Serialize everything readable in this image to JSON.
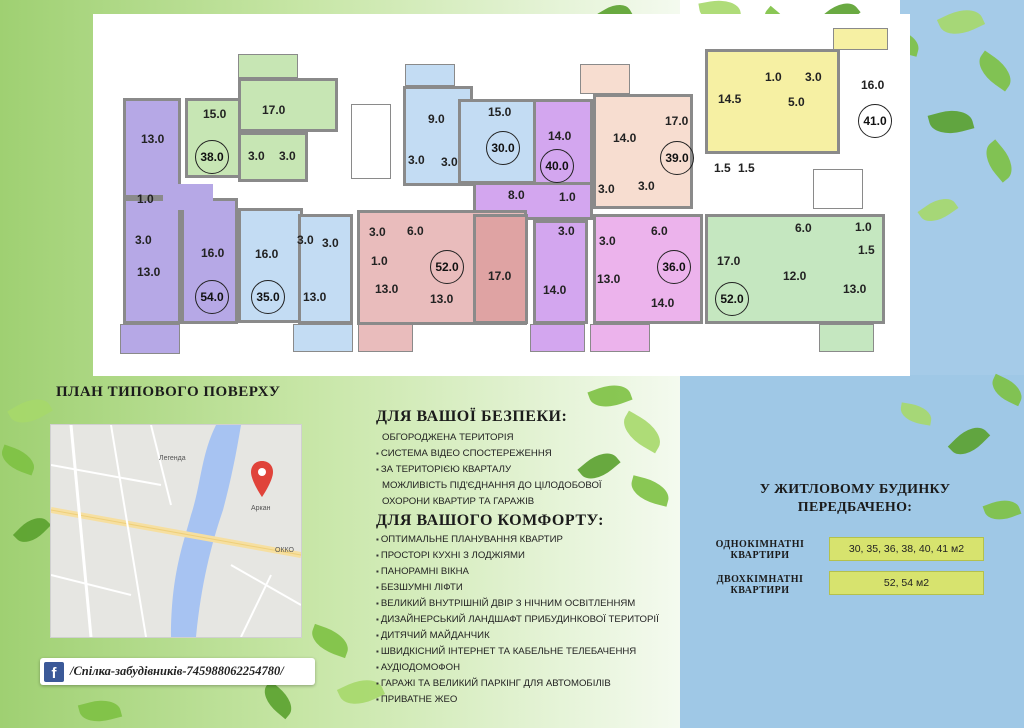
{
  "plan": {
    "title": "ПЛАН ТИПОВОГО ПОВЕРХУ",
    "rooms": [
      "13.0",
      "15.0",
      "17.0",
      "1.0",
      "3.0",
      "3.0",
      "3.0",
      "13.0",
      "16.0",
      "16.0",
      "3.0",
      "3.0",
      "13.0",
      "9.0",
      "15.0",
      "14.0",
      "3.0",
      "3.0",
      "8.0",
      "1.0",
      "3.0",
      "3.0",
      "6.0",
      "1.0",
      "13.0",
      "13.0",
      "17.0",
      "14.0",
      "14.0",
      "17.0",
      "3.0",
      "3.0",
      "3.0",
      "6.0",
      "13.0",
      "14.0",
      "14.5",
      "1.0",
      "3.0",
      "5.0",
      "16.0",
      "1.5",
      "1.5",
      "17.0",
      "6.0",
      "1.0",
      "1.5",
      "12.0",
      "13.0"
    ],
    "apartments": [
      "38.0",
      "54.0",
      "35.0",
      "30.0",
      "40.0",
      "52.0",
      "39.0",
      "36.0",
      "41.0",
      "52.0"
    ]
  },
  "map": {
    "labels": [
      "Легенда",
      "Аркан",
      "ОККО"
    ]
  },
  "social": {
    "icon": "facebook-icon",
    "text": "/Спілка-забудівників-745988062254780/"
  },
  "safety": {
    "title": "ДЛЯ ВАШОЇ БЕЗПЕКИ:",
    "items": [
      "ОБГОРОДЖЕНА ТЕРИТОРІЯ",
      "СИСТЕМА ВІДЕО СПОСТЕРЕЖЕННЯ",
      "ЗА ТЕРИТОРІЄЮ КВАРТАЛУ",
      "МОЖЛИВІСТЬ ПІД'ЄДНАННЯ ДО ЦІЛОДОБОВОЇ",
      "ОХОРОНИ КВАРТИР ТА ГАРАЖІВ"
    ]
  },
  "comfort": {
    "title": "ДЛЯ ВАШОГО КОМФОРТУ:",
    "items": [
      "ОПТИМАЛЬНЕ ПЛАНУВАННЯ КВАРТИР",
      "ПРОСТОРІ КУХНІ З ЛОДЖІЯМИ",
      "ПАНОРАМНІ ВІКНА",
      "БЕЗШУМНІ ЛІФТИ",
      "ВЕЛИКИЙ ВНУТРІШНІЙ ДВІР З НІЧНИМ ОСВІТЛЕННЯМ",
      "ДИЗАЙНЕРСЬКИЙ ЛАНДШАФТ ПРИБУДИНКОВОЇ ТЕРИТОРІЇ",
      "ДИТЯЧИЙ МАЙДАНЧИК",
      "ШВИДКІСНИЙ ІНТЕРНЕТ ТА КАБЕЛЬНЕ ТЕЛЕБАЧЕННЯ",
      "АУДІОДОМОФОН",
      "ГАРАЖІ ТА ВЕЛИКИЙ ПАРКІНГ ДЛЯ АВТОМОБІЛІВ",
      "ПРИВАТНЕ ЖЕО"
    ]
  },
  "info": {
    "title": "У ЖИТЛОВОМУ БУДИНКУ ПЕРЕДБАЧЕНО:",
    "one_room_label": "ОДНОКІМНАТНІ КВАРТИРИ",
    "one_room_value": "30, 35, 36, 38, 40, 41 м2",
    "two_room_label": "ДВОХКІМНАТНІ КВАРТИРИ",
    "two_room_value": "52, 54 м2"
  }
}
